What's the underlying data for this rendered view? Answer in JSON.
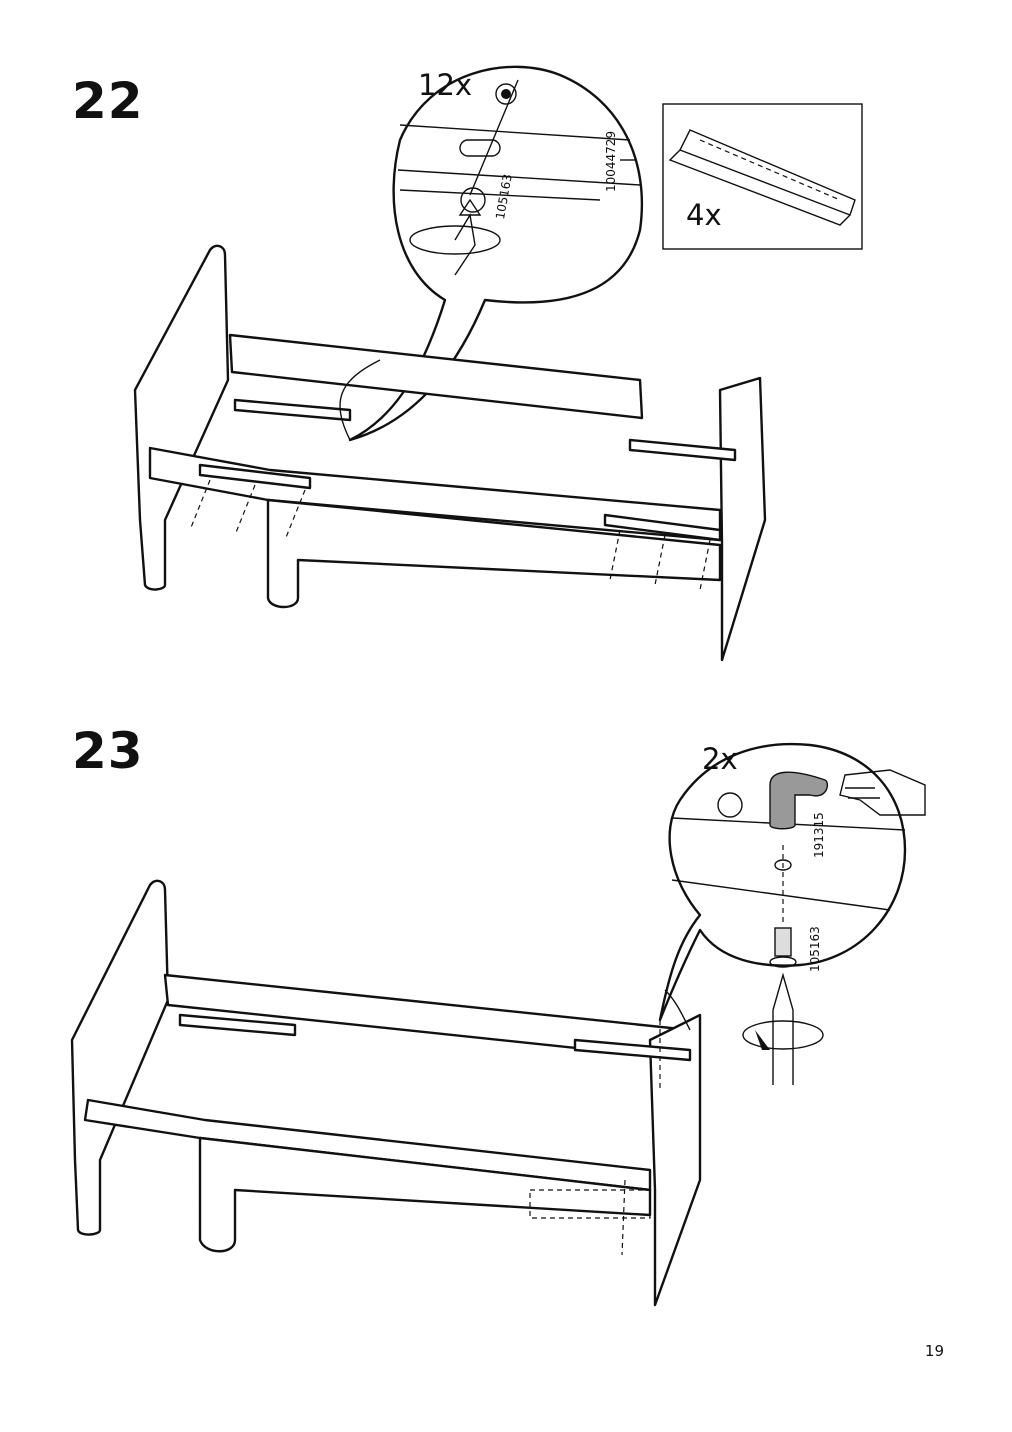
{
  "steps": [
    {
      "number": "22",
      "detail_quantity": "12x",
      "detail_part_top": "10044729",
      "detail_part_screw": "105163",
      "inset_quantity": "4x"
    },
    {
      "number": "23",
      "detail_quantity": "2x",
      "detail_part_cap": "191315",
      "detail_part_screw": "105163"
    }
  ],
  "page_number": "19"
}
